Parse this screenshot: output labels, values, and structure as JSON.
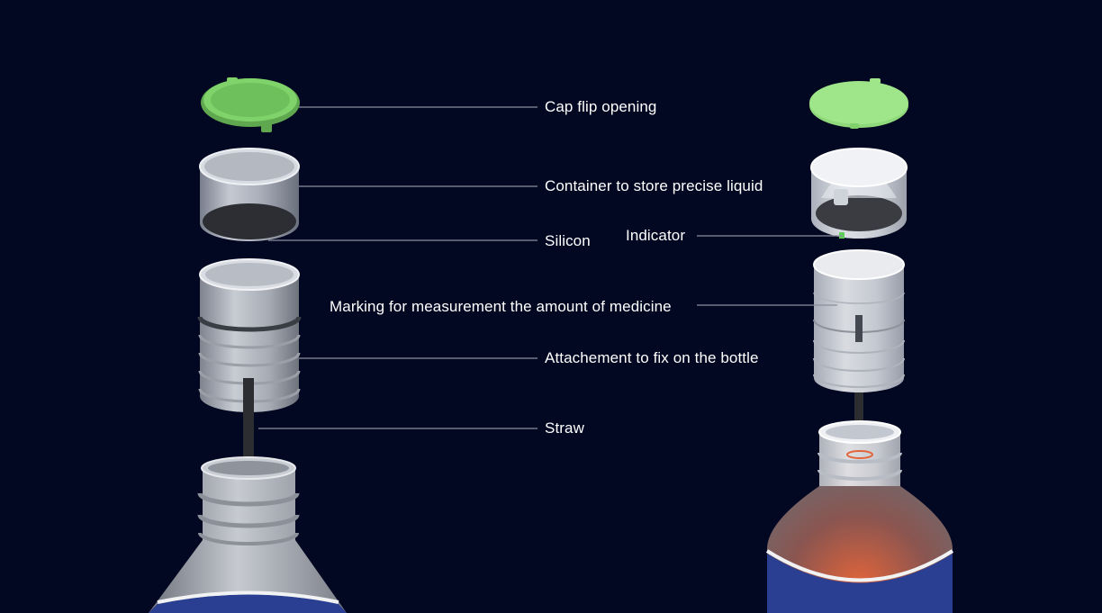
{
  "labels": {
    "cap_flip_opening": "Cap flip opening",
    "container": "Container to store precise liquid",
    "silicon": "Silicon",
    "indicator": "Indicator",
    "marking": "Marking for measurement the amount of medicine",
    "attachment": "Attachement to fix on the bottle",
    "straw": "Straw"
  },
  "colors": {
    "background": "#020722",
    "cap_green": "#7fd36a",
    "cap_green_light": "#9fe58a",
    "leader_line": "#8a8f9e",
    "label_text": "#ffffff",
    "liquid_orange": "#e2643a",
    "label_blue": "#2b3f92"
  }
}
